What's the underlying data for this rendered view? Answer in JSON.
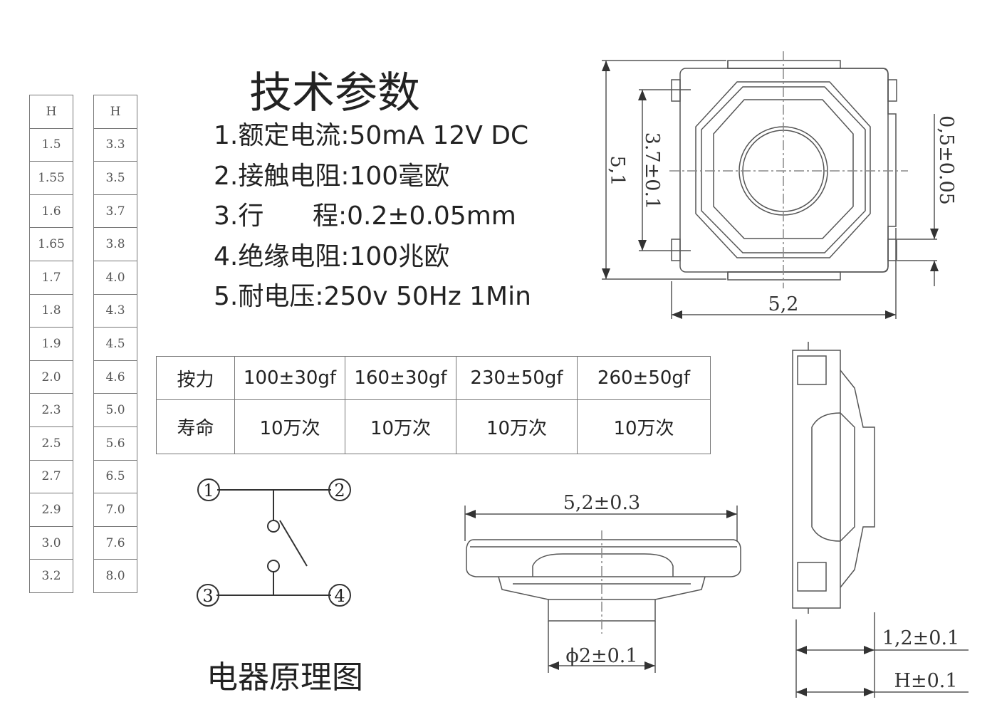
{
  "height_tables": {
    "header": "H",
    "left": [
      "1.5",
      "1.55",
      "1.6",
      "1.65",
      "1.7",
      "1.8",
      "1.9",
      "2.0",
      "2.3",
      "2.5",
      "2.7",
      "2.9",
      "3.0",
      "3.2"
    ],
    "right": [
      "3.3",
      "3.5",
      "3.7",
      "3.8",
      "4.0",
      "4.3",
      "4.5",
      "4.6",
      "5.0",
      "5.6",
      "6.5",
      "7.0",
      "7.6",
      "8.0"
    ]
  },
  "specs": {
    "title": "技术参数",
    "lines": [
      "1.额定电流:50mA 12V DC",
      "2.接触电阻:100毫欧",
      "3.行      程:0.2±0.05mm",
      "4.绝缘电阻:100兆欧",
      "5.耐电压:250v 50Hz 1Min"
    ]
  },
  "force_table": {
    "row1_label": "按力",
    "forces": [
      "100±30gf",
      "160±30gf",
      "230±50gf",
      "260±50gf"
    ],
    "row2_label": "寿命",
    "life": [
      "10万次",
      "10万次",
      "10万次",
      "10万次"
    ]
  },
  "schematic": {
    "terminals": [
      "1",
      "2",
      "3",
      "4"
    ],
    "caption": "电器原理图"
  },
  "dimensions": {
    "top_height": "5,1",
    "pin_pitch": "3.7±0.1",
    "pin_width": "0,5±0.05",
    "top_width": "5,2",
    "side_width": "5,2±0.3",
    "stem_diameter": "ϕ2±0.1",
    "body_height": "1,2±0.1",
    "total_height": "H±0.1"
  }
}
